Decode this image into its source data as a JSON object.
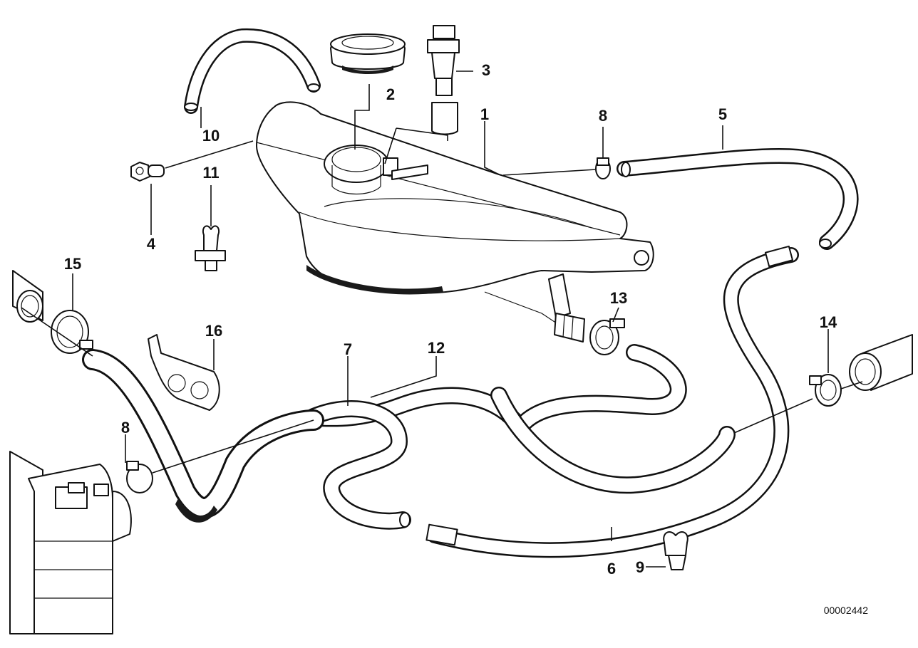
{
  "diagram": {
    "document_number": "00002442",
    "callouts": [
      {
        "id": "c1",
        "label": "1"
      },
      {
        "id": "c2",
        "label": "2"
      },
      {
        "id": "c3",
        "label": "3"
      },
      {
        "id": "c4",
        "label": "4"
      },
      {
        "id": "c5",
        "label": "5"
      },
      {
        "id": "c6",
        "label": "6"
      },
      {
        "id": "c7",
        "label": "7"
      },
      {
        "id": "c8a",
        "label": "8"
      },
      {
        "id": "c8b",
        "label": "8"
      },
      {
        "id": "c9",
        "label": "9"
      },
      {
        "id": "c10",
        "label": "10"
      },
      {
        "id": "c11",
        "label": "11"
      },
      {
        "id": "c12",
        "label": "12"
      },
      {
        "id": "c13",
        "label": "13"
      },
      {
        "id": "c14",
        "label": "14"
      },
      {
        "id": "c15",
        "label": "15"
      },
      {
        "id": "c16",
        "label": "16"
      }
    ]
  }
}
